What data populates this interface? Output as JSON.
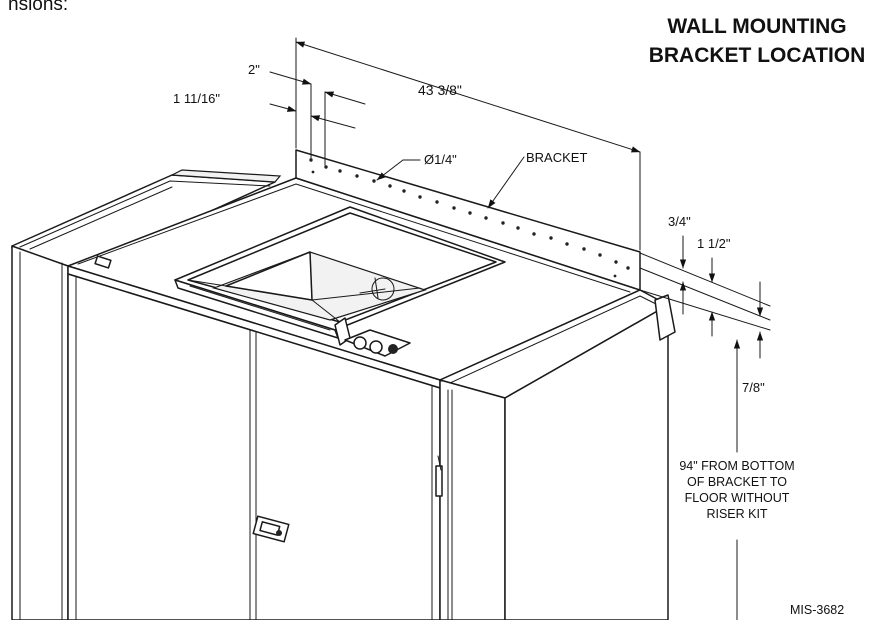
{
  "caption": "nsions:",
  "title": {
    "line1": "WALL MOUNTING",
    "line2": "BRACKET LOCATION"
  },
  "dimensions": {
    "overall_length": "43 3/8\"",
    "offset_a": "2\"",
    "offset_b": "1 11/16\"",
    "hole_diameter": "Ø1/4\"",
    "bracket": "BRACKET",
    "height_a": "3/4\"",
    "height_b": "1 1/2\"",
    "height_c": "7/8\""
  },
  "floor_note": {
    "lines": [
      "94\" FROM BOTTOM",
      "OF BRACKET TO",
      "FLOOR WITHOUT",
      "RISER KIT"
    ]
  },
  "drawing_id": "MIS-3682"
}
